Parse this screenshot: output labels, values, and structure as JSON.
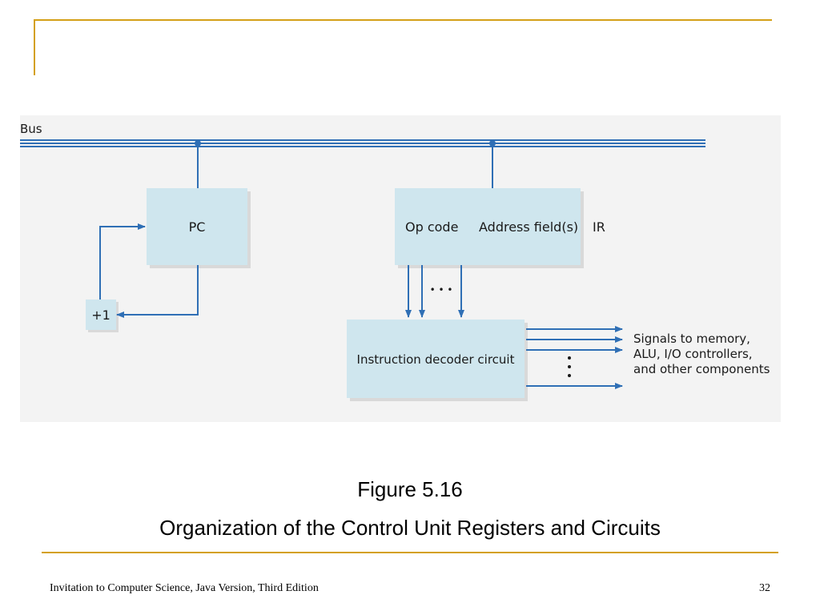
{
  "colors": {
    "accent_gold": "#d4a017",
    "bus_blue": "#2f6fb5",
    "box_fill": "#cfe6ee",
    "diagram_bg": "#f3f3f3"
  },
  "diagram": {
    "bus_label": "Bus",
    "pc_label": "PC",
    "increment_label": "+1",
    "ir_opcode_label": "Op code",
    "ir_address_label": "Address field(s)",
    "ir_label": "IR",
    "decoder_label": "Instruction decoder circuit",
    "ellipsis_horizontal": "• • •",
    "signals_lines": [
      "Signals to memory,",
      "ALU, I/O controllers,",
      "and other components"
    ]
  },
  "caption": {
    "figure_number": "Figure 5.16",
    "title": "Organization of the Control Unit Registers and Circuits"
  },
  "footer": {
    "book_title": "Invitation to Computer Science, Java Version, Third Edition",
    "page_number": "32"
  }
}
